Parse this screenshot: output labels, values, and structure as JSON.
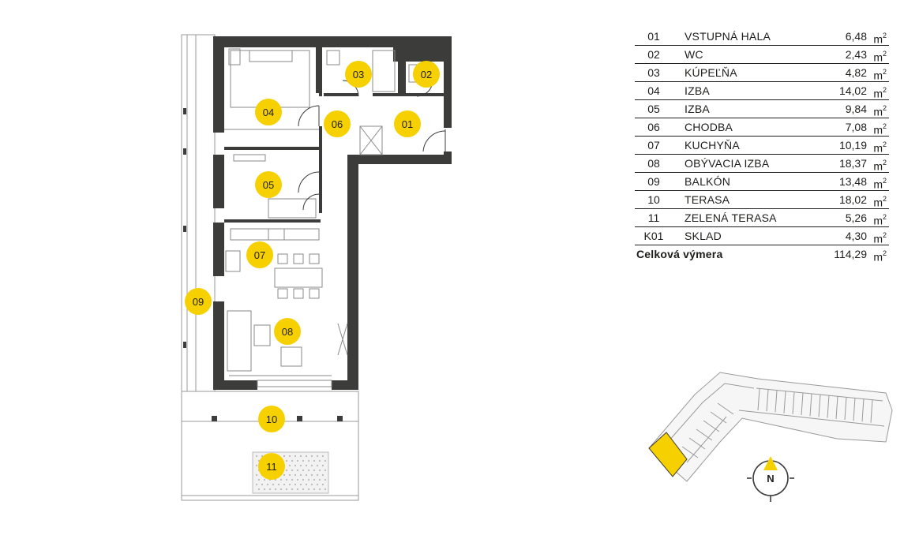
{
  "rooms": [
    {
      "num": "01",
      "name": "VSTUPNÁ HALA",
      "area": "6,48",
      "unit": "m",
      "unit_exp": "2"
    },
    {
      "num": "02",
      "name": "WC",
      "area": "2,43",
      "unit": "m",
      "unit_exp": "2"
    },
    {
      "num": "03",
      "name": "KÚPEĽŇA",
      "area": "4,82",
      "unit": "m",
      "unit_exp": "2"
    },
    {
      "num": "04",
      "name": "IZBA",
      "area": "14,02",
      "unit": "m",
      "unit_exp": "2"
    },
    {
      "num": "05",
      "name": "IZBA",
      "area": "9,84",
      "unit": "m",
      "unit_exp": "2"
    },
    {
      "num": "06",
      "name": "CHODBA",
      "area": "7,08",
      "unit": "m",
      "unit_exp": "2"
    },
    {
      "num": "07",
      "name": "KUCHYŇA",
      "area": "10,19",
      "unit": "m",
      "unit_exp": "2"
    },
    {
      "num": "08",
      "name": "OBÝVACIA IZBA",
      "area": "18,37",
      "unit": "m",
      "unit_exp": "2"
    },
    {
      "num": "09",
      "name": "BALKÓN",
      "area": "13,48",
      "unit": "m",
      "unit_exp": "2"
    },
    {
      "num": "10",
      "name": "TERASA",
      "area": "18,02",
      "unit": "m",
      "unit_exp": "2"
    },
    {
      "num": "11",
      "name": "ZELENÁ TERASA",
      "area": "5,26",
      "unit": "m",
      "unit_exp": "2"
    },
    {
      "num": "K01",
      "name": "SKLAD",
      "area": "4,30",
      "unit": "m",
      "unit_exp": "2"
    }
  ],
  "total": {
    "label": "Celková výmera",
    "area": "114,29",
    "unit": "m",
    "unit_exp": "2"
  },
  "plan_labels": [
    "01",
    "02",
    "03",
    "04",
    "05",
    "06",
    "07",
    "08",
    "09",
    "10",
    "11"
  ],
  "compass": {
    "label": "N"
  },
  "colors": {
    "accent": "#f7d000",
    "wall": "#3c3c3b",
    "line": "#8a8a8a"
  }
}
